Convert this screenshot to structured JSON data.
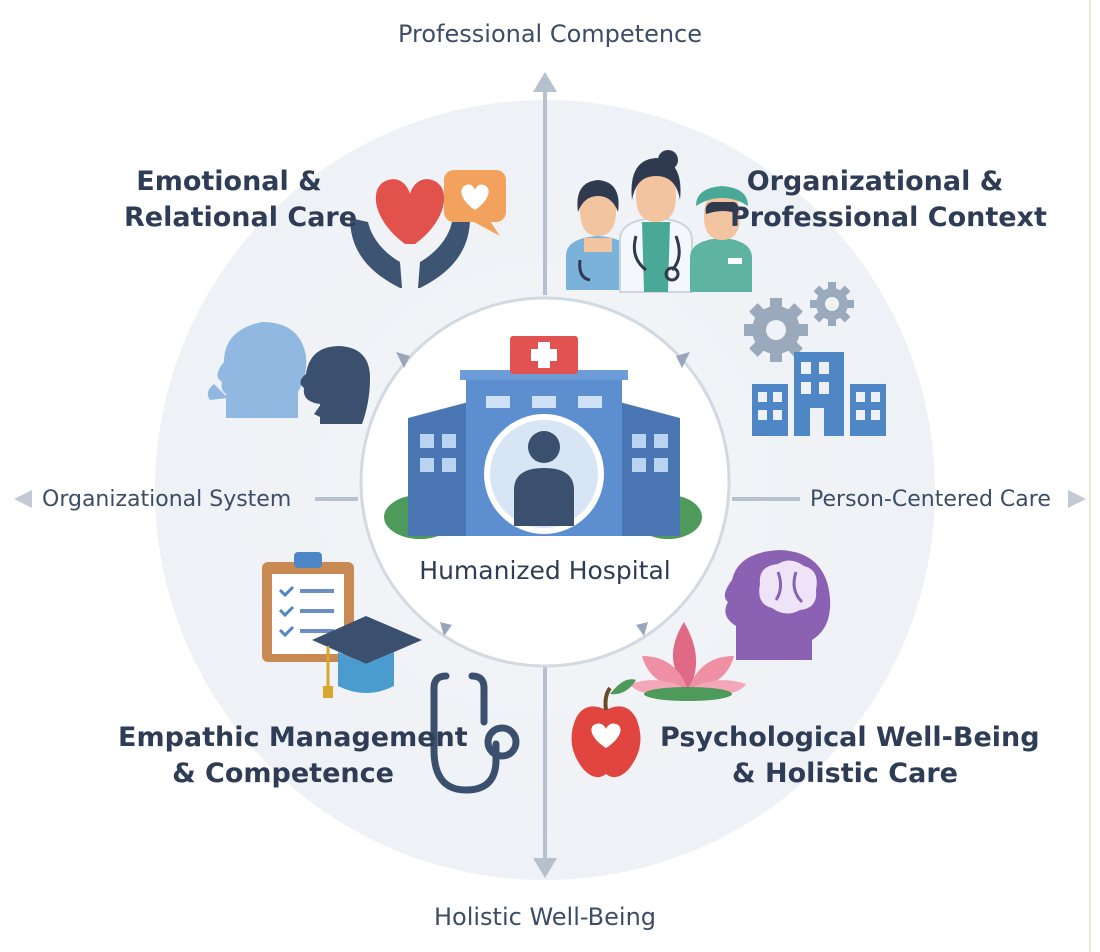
{
  "axes": {
    "top": "Professional Competence",
    "bottom": "Holistic Well-Being",
    "left": "Organizational System",
    "right": "Person-Centered Care"
  },
  "center": {
    "label": "Humanized Hospital"
  },
  "quadrants": {
    "top_left": {
      "line1": "Emotional &",
      "line2": "Relational Care"
    },
    "top_right": {
      "line1": "Organizational &",
      "line2": "Professional Context"
    },
    "bottom_left": {
      "line1": "Empathic Management",
      "line2": "& Competence"
    },
    "bottom_right": {
      "line1": "Psychological Well-Being",
      "line2": "& Holistic Care"
    }
  },
  "colors": {
    "heart_red": "#e0524b",
    "blue": "#4f86c6",
    "navy": "#3b4f6e",
    "green": "#4e9a5a",
    "purple": "#8b62b3",
    "pink": "#e06a86",
    "orange": "#f2a25c"
  }
}
